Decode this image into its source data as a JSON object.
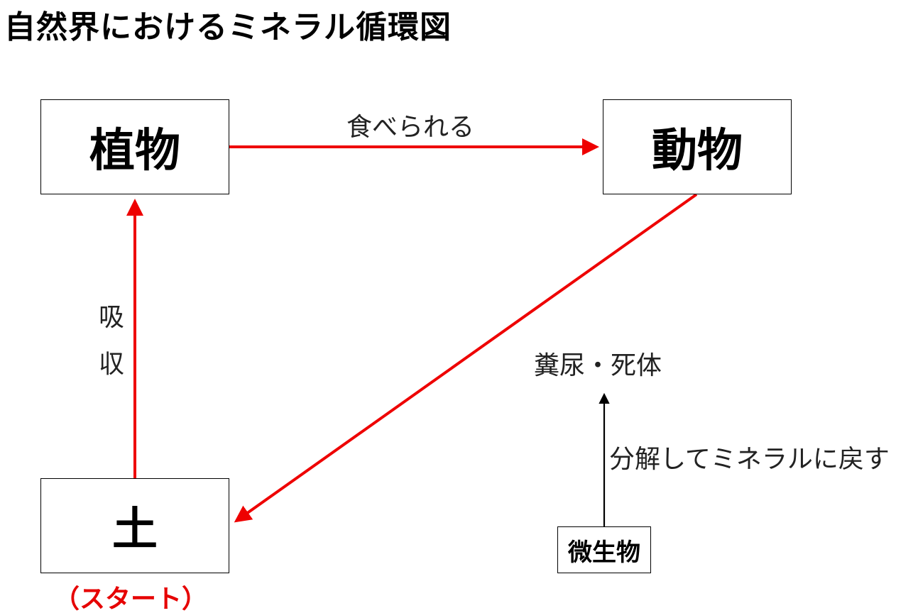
{
  "title": "自然界におけるミネラル循環図",
  "nodes": {
    "plant": "植物",
    "animal": "動物",
    "soil": "土",
    "microbe": "微生物"
  },
  "start_label": "（スタート）",
  "edge_labels": {
    "eaten": "食べられる",
    "absorb_1": "吸",
    "absorb_2": "収",
    "waste": "糞尿・死体",
    "decompose": "分解してミネラルに戻す"
  },
  "colors": {
    "cycle_arrow": "#ee0000",
    "microbe_arrow": "#000000",
    "start_text": "#e60000"
  }
}
